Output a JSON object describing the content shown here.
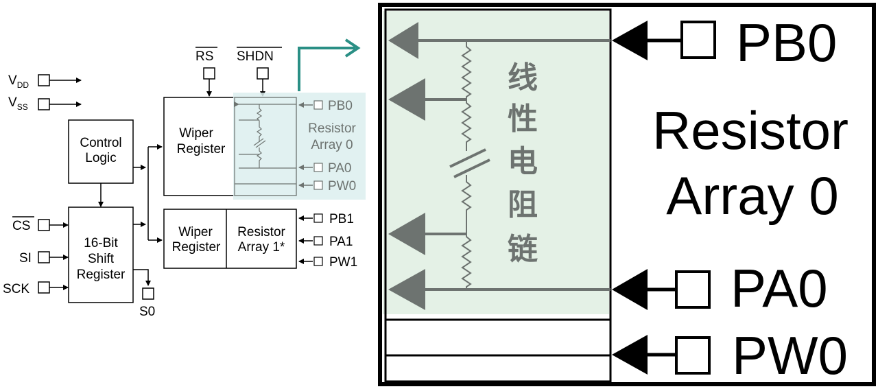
{
  "colors": {
    "highlight_fill": "#e4f1e6",
    "highlight_small": "#dcefef",
    "teal_arrow": "#2a8f85",
    "gray": "#6d7370"
  },
  "pins_left": {
    "vdd_main": "V",
    "vdd_sub": "DD",
    "vss_main": "V",
    "vss_sub": "SS",
    "cs": "CS",
    "si": "SI",
    "sck": "SCK",
    "s0": "S0"
  },
  "control": {
    "rs": "RS",
    "shdn": "SHDN"
  },
  "blocks": {
    "control_logic": [
      "Control",
      "Logic"
    ],
    "shift_register": [
      "16-Bit",
      "Shift",
      "Register"
    ],
    "wiper_register_0": [
      "Wiper",
      "Register"
    ],
    "wiper_register_1": [
      "Wiper",
      "Register"
    ],
    "resistor_array_0": [
      "Resistor",
      "Array 0"
    ],
    "resistor_array_1": [
      "Resistor",
      "Array 1*"
    ]
  },
  "pins_right": {
    "pb0": "PB0",
    "pa0": "PA0",
    "pw0": "PW0",
    "pb1": "PB1",
    "pa1": "PA1",
    "pw1": "PW1"
  },
  "zoom": {
    "pb0": "PB0",
    "pa0": "PA0",
    "pw0": "PW0",
    "resistor": "Resistor",
    "array": "Array 0",
    "chinese_chars": [
      "线",
      "性",
      "电",
      "阻",
      "链"
    ]
  }
}
